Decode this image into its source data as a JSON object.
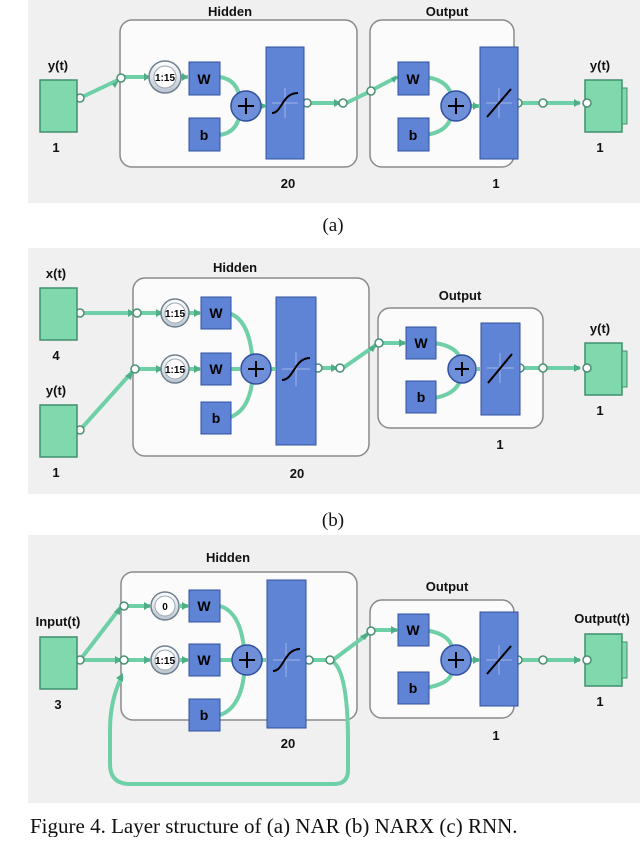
{
  "diagrams": [
    {
      "id": "a",
      "caption": "(a)",
      "inputs": [
        {
          "label": "y(t)",
          "size": "1"
        }
      ],
      "hidden": {
        "title": "Hidden",
        "size": "20",
        "rows": [
          {
            "delay": "1:15",
            "weight": "W"
          }
        ],
        "bias": "b"
      },
      "output_layer": {
        "title": "Output",
        "size": "1",
        "weight": "W",
        "bias": "b"
      },
      "output": {
        "label": "y(t)",
        "size": "1"
      }
    },
    {
      "id": "b",
      "caption": "(b)",
      "inputs": [
        {
          "label": "x(t)",
          "size": "4"
        },
        {
          "label": "y(t)",
          "size": "1"
        }
      ],
      "hidden": {
        "title": "Hidden",
        "size": "20",
        "rows": [
          {
            "delay": "1:15",
            "weight": "W"
          },
          {
            "delay": "1:15",
            "weight": "W"
          }
        ],
        "bias": "b"
      },
      "output_layer": {
        "title": "Output",
        "size": "1",
        "weight": "W",
        "bias": "b"
      },
      "output": {
        "label": "y(t)",
        "size": "1"
      }
    },
    {
      "id": "c",
      "caption": "",
      "inputs": [
        {
          "label": "Input(t)",
          "size": "3"
        }
      ],
      "hidden": {
        "title": "Hidden",
        "size": "20",
        "rows": [
          {
            "delay": "0",
            "weight": "W"
          },
          {
            "delay": "1:15",
            "weight": "W"
          }
        ],
        "bias": "b"
      },
      "output_layer": {
        "title": "Output",
        "size": "1",
        "weight": "W",
        "bias": "b"
      },
      "output": {
        "label": "Output(t)",
        "size": "1"
      }
    }
  ],
  "figure_caption": "Figure 4. Layer structure of (a) NAR (b) NARX (c) RNN.",
  "colors": {
    "panel": "#f0f0f0",
    "box": "#fbfbfb",
    "io": "#7fd9ac",
    "wire": "#6fcfa6",
    "block": "#5f84d6",
    "plus": "#6f8fd8"
  }
}
